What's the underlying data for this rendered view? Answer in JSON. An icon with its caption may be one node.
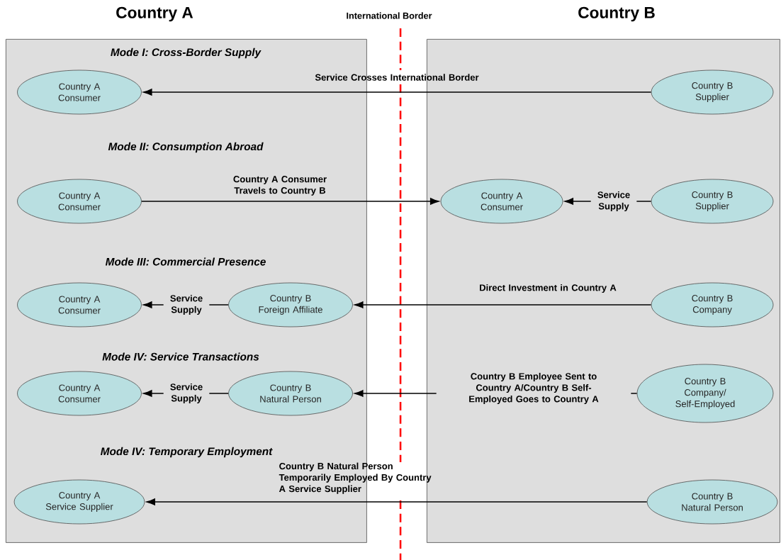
{
  "diagram": {
    "nodes": [
      {
        "text": [
          "Country A"
        ]
      },
      {
        "text": [
          "Country B"
        ]
      },
      {
        "text": [
          "Country A Consumer"
        ],
        "in": 0
      },
      {
        "text": [
          "Country B Supplier"
        ],
        "in": 1
      },
      {
        "text": [
          "Country A Consumer"
        ],
        "in": 0
      },
      {
        "text": [
          "Country A Consumer"
        ],
        "in": 1
      },
      {
        "text": [
          "Country B Supplier"
        ],
        "in": 1
      },
      {
        "text": [
          "Country A Consumer"
        ],
        "in": 0
      },
      {
        "text": [
          "Country B Foreign Affiliate"
        ],
        "in": 0
      },
      {
        "text": [
          "Country B Company"
        ],
        "in": 1
      },
      {
        "text": [
          "Country A Consumer"
        ],
        "in": 0
      },
      {
        "text": [
          "Country B Natural Person"
        ],
        "in": 0
      },
      {
        "text": [
          "Country B Company/ Self-Employed"
        ],
        "in": 1
      },
      {
        "text": [
          "Country A Service Supplier"
        ],
        "in": 0
      },
      {
        "text": [
          "Country B Natural Person"
        ],
        "in": 1
      }
    ],
    "edges": [
      {
        "from": 3,
        "to": 2,
        "arrow": "to",
        "label": "Service Crosses International Border"
      },
      {
        "from": 4,
        "to": 5,
        "arrow": "to",
        "label": "Country A Consumer Travels to Country B"
      },
      {
        "from": 6,
        "to": 5,
        "arrow": "to",
        "label": "Service Supply"
      },
      {
        "from": 9,
        "to": 8,
        "arrow": "to",
        "label": "Direct Investment in Country A"
      },
      {
        "from": 8,
        "to": 7,
        "arrow": "to",
        "label": "Service Supply"
      },
      {
        "from": 12,
        "to": 11,
        "arrow": "to",
        "label": "Country B Employee Sent to Country A/Country B Self-Employed Goes to Country A"
      },
      {
        "from": 11,
        "to": 10,
        "arrow": "to",
        "label": "Service Supply"
      },
      {
        "from": 14,
        "to": 13,
        "arrow": "to",
        "label": "Country B Natural Person Temporarily Employed By Country A Service Supplier"
      }
    ],
    "labels": [
      "International Border",
      "Mode I: Cross-Border Supply",
      "Mode II: Consumption Abroad",
      "Mode III: Commercial Presence",
      "Mode IV: Service Transactions",
      "Mode IV: Temporary Employment"
    ]
  }
}
